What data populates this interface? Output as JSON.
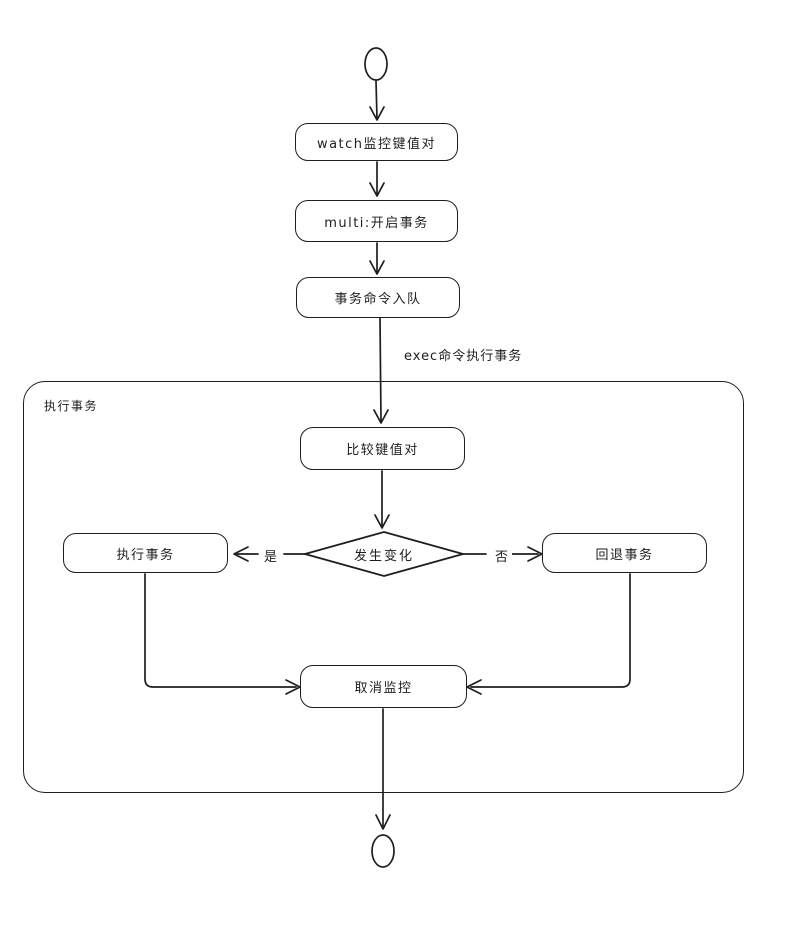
{
  "diagram_type": "flowchart",
  "canvas": {
    "background": "#ffffff",
    "stroke_color": "#1e1e1e"
  },
  "container": {
    "label": "执行事务"
  },
  "nodes": {
    "start": {
      "shape": "ellipse"
    },
    "watch": {
      "label": "watch监控键值对"
    },
    "multi": {
      "label": "multi:开启事务"
    },
    "enqueue": {
      "label": "事务命令入队"
    },
    "compare": {
      "label": "比较键值对"
    },
    "decision": {
      "label": "发生变化",
      "shape": "diamond"
    },
    "execute": {
      "label": "执行事务"
    },
    "rollback": {
      "label": "回退事务"
    },
    "cancel": {
      "label": "取消监控"
    },
    "end": {
      "shape": "ellipse"
    }
  },
  "edge_labels": {
    "exec": "exec命令执行事务",
    "yes": "是",
    "no": "否"
  }
}
